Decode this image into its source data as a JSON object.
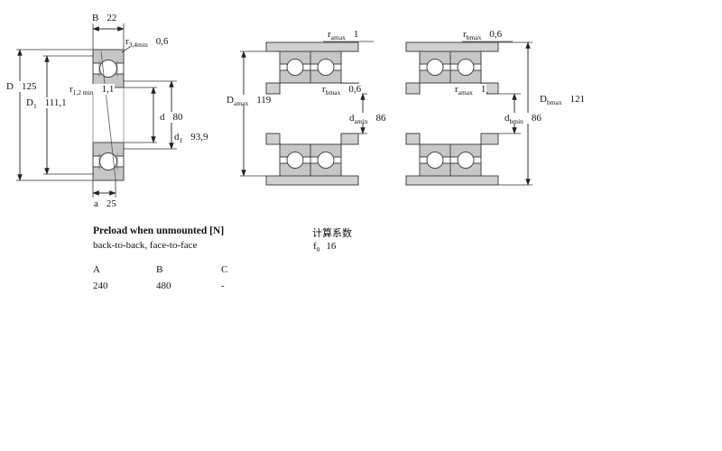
{
  "drawing": {
    "left": {
      "B": {
        "sym": "B",
        "sub": "",
        "val": "22"
      },
      "r34": {
        "sym": "r",
        "sub": "3,4min",
        "val": "0,6"
      },
      "D": {
        "sym": "D",
        "sub": "",
        "val": "125"
      },
      "r12": {
        "sym": "r",
        "sub": "1,2 min",
        "val": "1,1"
      },
      "D1": {
        "sym": "D",
        "sub": "1",
        "val": "111,1"
      },
      "d": {
        "sym": "d",
        "sub": "",
        "val": "80"
      },
      "d1": {
        "sym": "d",
        "sub": "1",
        "val": "93,9"
      },
      "a": {
        "sym": "a",
        "sub": "",
        "val": "25"
      }
    },
    "middle": {
      "r_amax": {
        "sym": "r",
        "sub": "amax",
        "val": "1"
      },
      "D_amax": {
        "sym": "D",
        "sub": "amax",
        "val": "119"
      },
      "r_bmax": {
        "sym": "r",
        "sub": "bmax",
        "val": "0,6"
      },
      "d_amin": {
        "sym": "d",
        "sub": "amin",
        "val": "86"
      }
    },
    "right": {
      "r_bmax": {
        "sym": "r",
        "sub": "bmax",
        "val": "0,6"
      },
      "r_amax": {
        "sym": "r",
        "sub": "amax",
        "val": "1"
      },
      "D_bmax": {
        "sym": "D",
        "sub": "bmax",
        "val": "121"
      },
      "d_bmin": {
        "sym": "d",
        "sub": "bmin",
        "val": "86"
      }
    }
  },
  "preload": {
    "heading": "Preload when unmounted [N]",
    "subheading": "back-to-back, face-to-face",
    "calc_label": "计算系数",
    "f0": {
      "sym": "f",
      "sub": "0",
      "val": "16"
    },
    "table": {
      "headers": [
        "A",
        "B",
        "C"
      ],
      "values": [
        "240",
        "480",
        "-"
      ]
    }
  },
  "colors": {
    "ring_fill": "#c6c6c6",
    "shoulder_fill": "#d0d0d0",
    "line": "#3a3a3a"
  }
}
